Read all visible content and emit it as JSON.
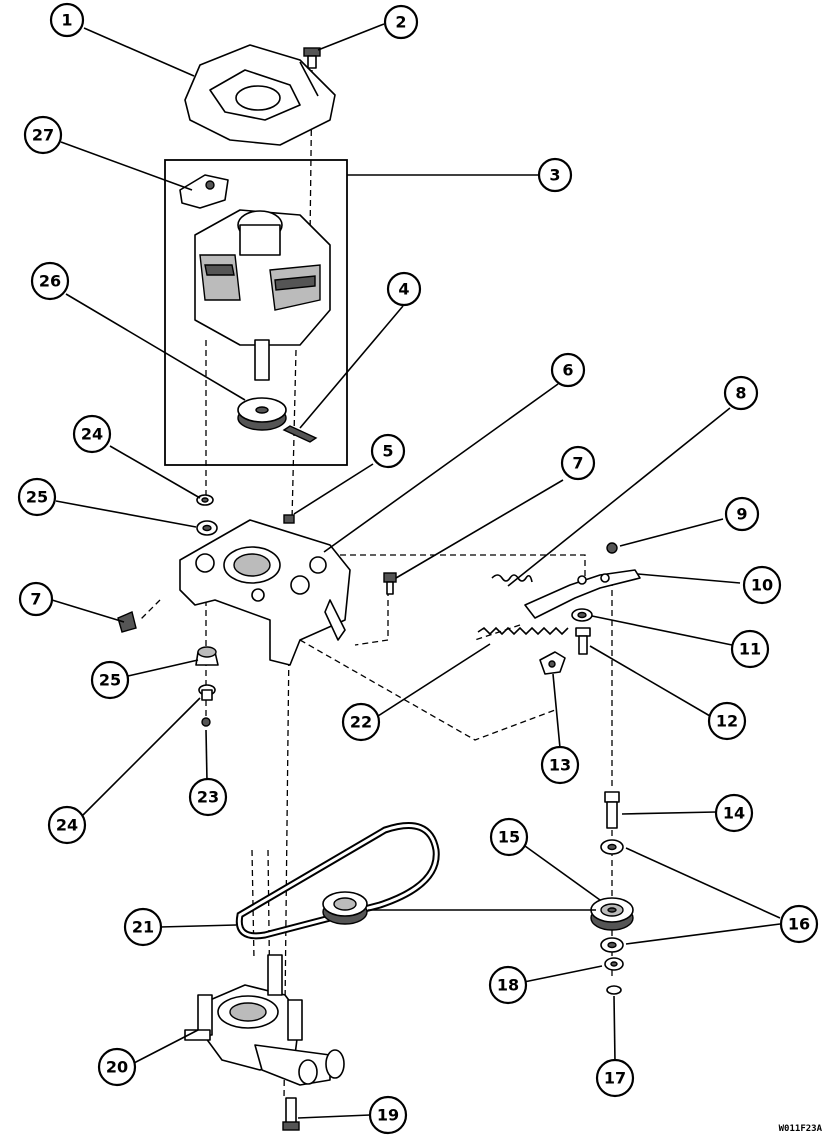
{
  "drawing_code": "W011F23A",
  "callouts": [
    {
      "id": "c1",
      "label": "1"
    },
    {
      "id": "c2",
      "label": "2"
    },
    {
      "id": "c3",
      "label": "3"
    },
    {
      "id": "c27",
      "label": "27"
    },
    {
      "id": "c26",
      "label": "26"
    },
    {
      "id": "c4",
      "label": "4"
    },
    {
      "id": "c6",
      "label": "6"
    },
    {
      "id": "c8",
      "label": "8"
    },
    {
      "id": "c24a",
      "label": "24"
    },
    {
      "id": "c5",
      "label": "5"
    },
    {
      "id": "c7a",
      "label": "7"
    },
    {
      "id": "c25a",
      "label": "25"
    },
    {
      "id": "c9",
      "label": "9"
    },
    {
      "id": "c7b",
      "label": "7"
    },
    {
      "id": "c10",
      "label": "10"
    },
    {
      "id": "c11",
      "label": "11"
    },
    {
      "id": "c25b",
      "label": "25"
    },
    {
      "id": "c22",
      "label": "22"
    },
    {
      "id": "c12",
      "label": "12"
    },
    {
      "id": "c13",
      "label": "13"
    },
    {
      "id": "c23",
      "label": "23"
    },
    {
      "id": "c24b",
      "label": "24"
    },
    {
      "id": "c14",
      "label": "14"
    },
    {
      "id": "c15",
      "label": "15"
    },
    {
      "id": "c16",
      "label": "16"
    },
    {
      "id": "c21",
      "label": "21"
    },
    {
      "id": "c18",
      "label": "18"
    },
    {
      "id": "c17",
      "label": "17"
    },
    {
      "id": "c20",
      "label": "20"
    },
    {
      "id": "c19",
      "label": "19"
    }
  ]
}
